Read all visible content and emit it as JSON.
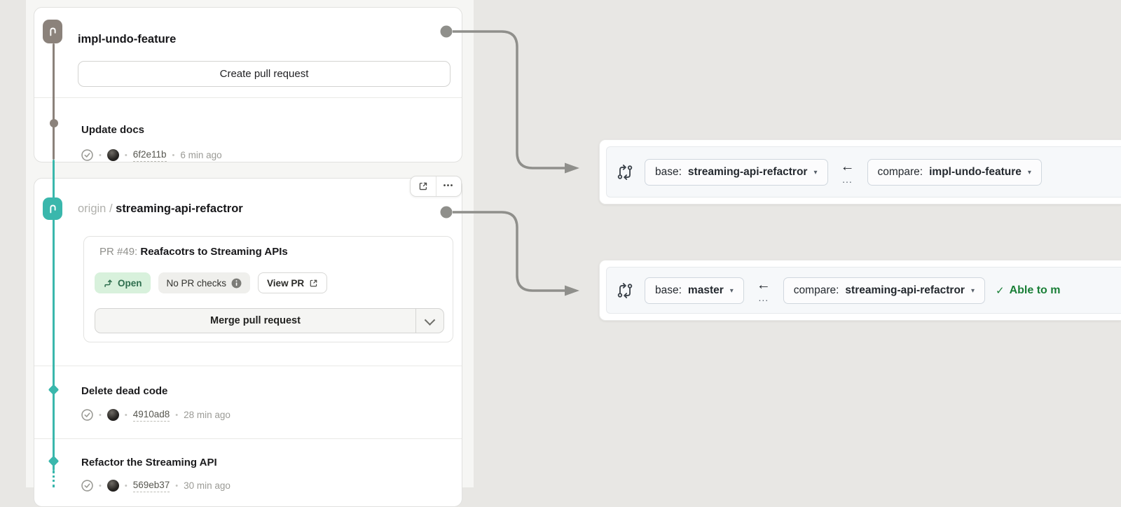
{
  "symbols": {
    "dot": "•",
    "slash": "/",
    "left_arrow": "←",
    "range_dots": "...",
    "caret": "▾",
    "check": "✓",
    "ellipsis": "•••"
  },
  "local_branch": {
    "title": "impl-undo-feature",
    "create_pr_button": "Create pull request",
    "commits": [
      {
        "title": "Update docs",
        "hash": "6f2e11b",
        "time": "6 min ago"
      }
    ]
  },
  "remote_branch": {
    "remote": "origin",
    "title": "streaming-api-refactror",
    "pr_label": "PR #49:",
    "pr_title": "Reafacotrs to Streaming APIs",
    "status_badge": "Open",
    "checks_badge": "No PR checks",
    "view_pr_button": "View PR",
    "merge_button": "Merge pull request",
    "commits": [
      {
        "title": "Delete dead code",
        "hash": "4910ad8",
        "time": "28 min ago"
      },
      {
        "title": "Refactor the Streaming API",
        "hash": "569eb37",
        "time": "30 min ago"
      }
    ]
  },
  "compare_bars": [
    {
      "base_label": "base:",
      "base_branch": "streaming-api-refactror",
      "range": "...",
      "compare_label": "compare:",
      "compare_branch": "impl-undo-feature"
    },
    {
      "base_label": "base:",
      "base_branch": "master",
      "range": "...",
      "compare_label": "compare:",
      "compare_branch": "streaming-api-refactror",
      "status": "Able to m"
    }
  ],
  "colors": {
    "teal": "#3ab7ac",
    "taupe": "#8b827b",
    "connector": "#8f8f8b",
    "open_badge_bg": "#d8f1dc",
    "open_badge_text": "#2e6e4e",
    "merge_ok_green": "#1a7f37",
    "compare_bar_bg": "#f6f8fa"
  }
}
